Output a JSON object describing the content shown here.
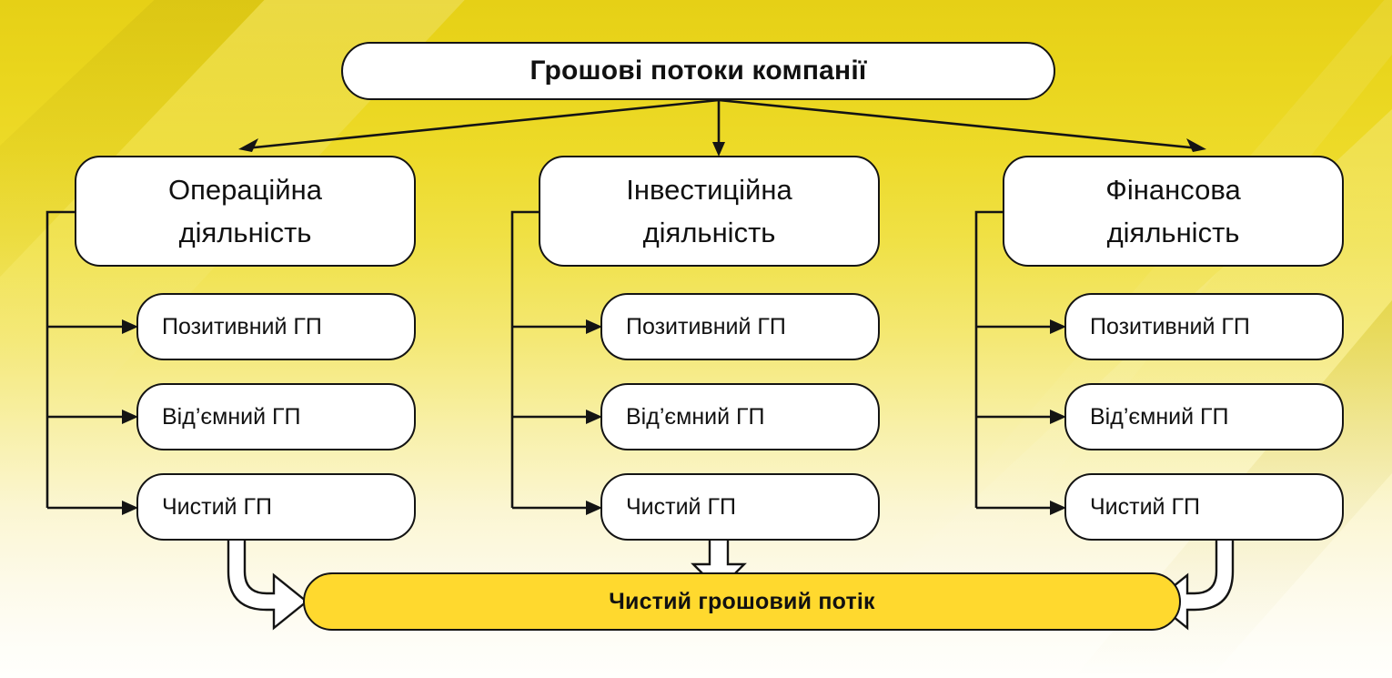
{
  "diagram": {
    "title": "Грошові потоки компанії",
    "root": {
      "label": "Грошові потоки компанії"
    },
    "columns": [
      {
        "id": "operational",
        "label_line1": "Операційна",
        "label_line2": "діяльність",
        "items": [
          {
            "label": "Позитивний ГП"
          },
          {
            "label": "Від’ємний ГП"
          },
          {
            "label": "Чистий ГП"
          }
        ]
      },
      {
        "id": "investing",
        "label_line1": "Інвестиційна",
        "label_line2": "діяльність",
        "items": [
          {
            "label": "Позитивний ГП"
          },
          {
            "label": "Від’ємний ГП"
          },
          {
            "label": "Чистий ГП"
          }
        ]
      },
      {
        "id": "financing",
        "label_line1": "Фінансова",
        "label_line2": "діяльність",
        "items": [
          {
            "label": "Позитивний ГП"
          },
          {
            "label": "Від’ємний ГП"
          },
          {
            "label": "Чистий ГП"
          }
        ]
      }
    ],
    "result": {
      "label": "Чистий грошовий потік"
    },
    "colors": {
      "background_top": "#E6D016",
      "background_bottom": "#FFFFFC",
      "node_fill": "#FFFFFF",
      "node_stroke": "#141414",
      "result_fill": "#FFD92E",
      "text": "#111111",
      "arrow_fill": "#FFFFFF",
      "arrow_stroke": "#141414"
    }
  }
}
